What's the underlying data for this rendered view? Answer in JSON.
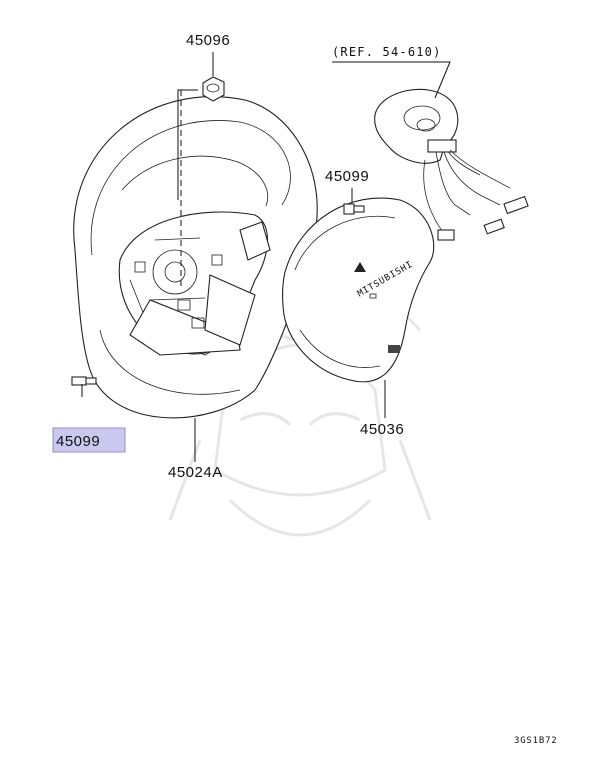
{
  "diagram": {
    "callouts": [
      {
        "id": "nut-top",
        "part_number": "45096",
        "highlighted": false
      },
      {
        "id": "ref",
        "part_number": "(REF. 54-610)",
        "highlighted": false
      },
      {
        "id": "bolt-right",
        "part_number": "45099",
        "highlighted": false
      },
      {
        "id": "bolt-left",
        "part_number": "45099",
        "highlighted": true
      },
      {
        "id": "steering-wheel",
        "part_number": "45024A",
        "highlighted": false
      },
      {
        "id": "airbag",
        "part_number": "45036",
        "highlighted": false
      }
    ],
    "airbag_text": "MITSUBISHI",
    "drawing_code": "3GS1B72",
    "highlight_color": "#c9c9f0",
    "highlight_border": "#8f8fd0"
  }
}
